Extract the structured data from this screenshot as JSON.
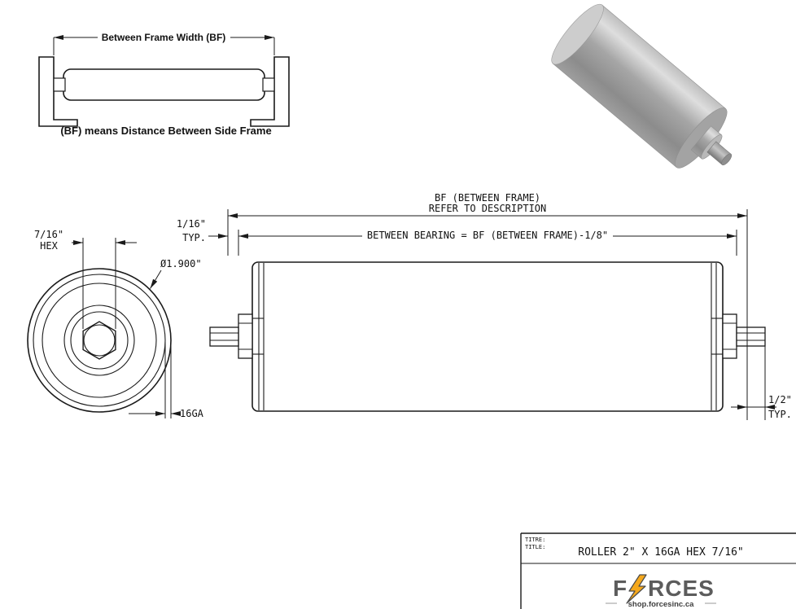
{
  "frame_diagram": {
    "dim_label": "Between Frame Width (BF)",
    "caption": "(BF) means Distance Between Side Frame"
  },
  "end_view": {
    "hex_dim_line1": "7/16\"",
    "hex_dim_line2": "HEX",
    "diameter_label": "Ø1.900\"",
    "gauge_label": "16GA"
  },
  "side_view": {
    "bf_dim_line1": "BF (BETWEEN FRAME)",
    "bf_dim_line2": "REFER TO DESCRIPTION",
    "between_bearing_label": "BETWEEN BEARING = BF (BETWEEN FRAME)-1/8\"",
    "left_gap_line1": "1/16\"",
    "left_gap_line2": "TYP.",
    "right_shaft_line1": "1/2\"",
    "right_shaft_line2": "TYP."
  },
  "title_block": {
    "label_fr": "TITRE:",
    "label_en": "TITLE:",
    "title": "ROLLER 2\" X 16GA HEX 7/16\"",
    "brand_first": "F",
    "brand_rest": "RCES",
    "website": "shop.forcesinc.ca",
    "accent_color": "#f5a81c",
    "letter_color": "#5c5c5c"
  },
  "colors": {
    "line": "#1a1a1a",
    "roller_light": "#dedede",
    "roller_dark": "#8c8c8c"
  }
}
